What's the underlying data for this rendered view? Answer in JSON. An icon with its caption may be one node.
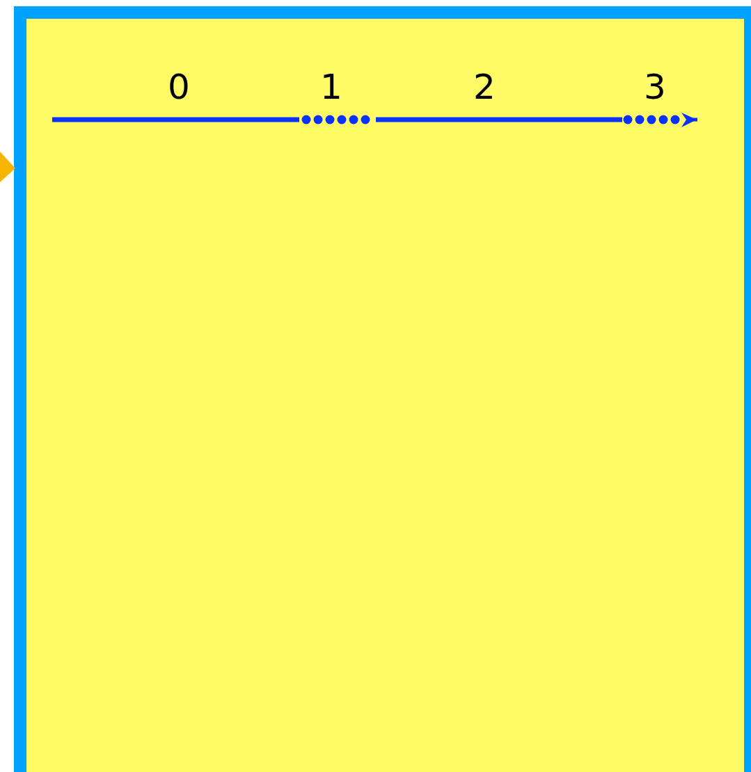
{
  "diagram": {
    "labels": [
      "0",
      "1",
      "2",
      "3"
    ]
  }
}
